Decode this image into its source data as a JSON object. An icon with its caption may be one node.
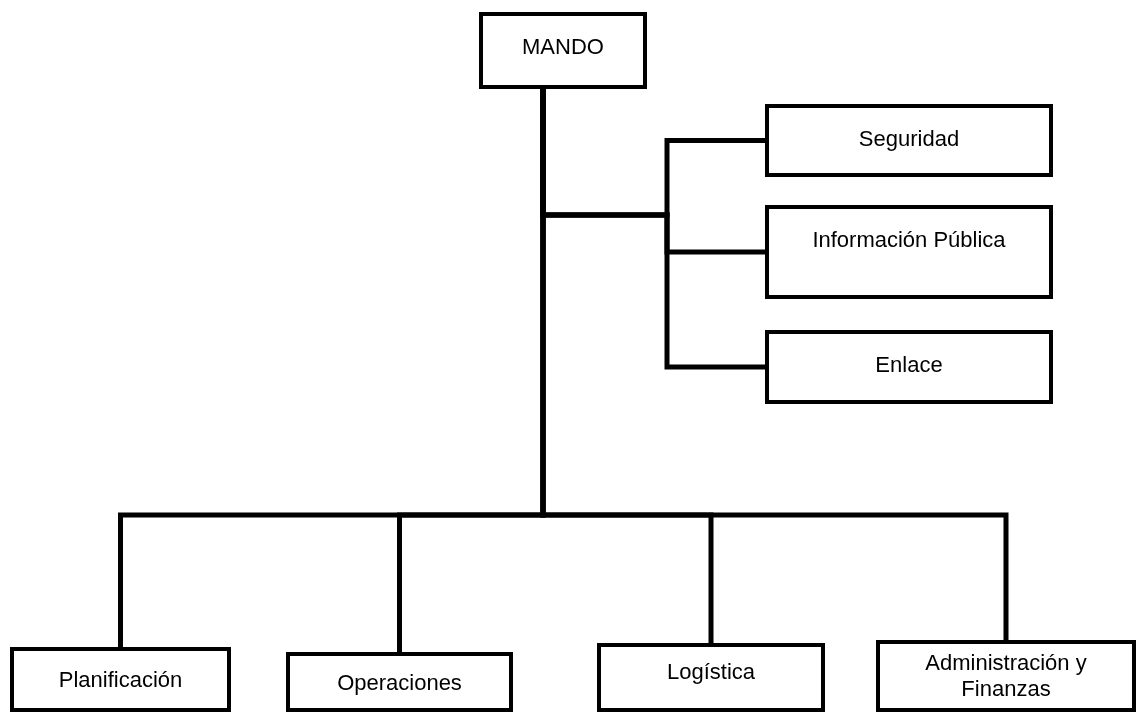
{
  "diagram": {
    "nodes": [
      {
        "text": [
          "MANDO"
        ]
      },
      {
        "text": [
          "Seguridad"
        ]
      },
      {
        "text": [
          "Información Pública"
        ]
      },
      {
        "text": [
          "Enlace"
        ]
      },
      {
        "text": [
          "Planificación"
        ]
      },
      {
        "text": [
          "Operaciones"
        ]
      },
      {
        "text": [
          "Logística"
        ]
      },
      {
        "text": [
          "Administración y Finanzas"
        ]
      }
    ],
    "edges": [
      {
        "from": 0,
        "to": 1,
        "arrow": "none"
      },
      {
        "from": 0,
        "to": 2,
        "arrow": "none"
      },
      {
        "from": 0,
        "to": 3,
        "arrow": "none"
      },
      {
        "from": 0,
        "to": 4,
        "arrow": "none"
      },
      {
        "from": 0,
        "to": 5,
        "arrow": "none"
      },
      {
        "from": 0,
        "to": 6,
        "arrow": "none"
      },
      {
        "from": 0,
        "to": 7,
        "arrow": "none"
      }
    ]
  }
}
